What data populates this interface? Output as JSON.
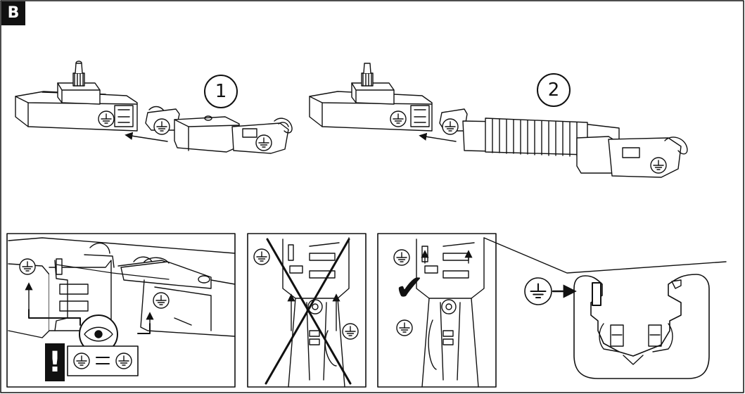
{
  "panel": {
    "letter": "B"
  },
  "steps": [
    {
      "number": "1"
    },
    {
      "number": "2"
    }
  ],
  "warning": {
    "symbol": "!",
    "equals": "="
  },
  "check": {
    "symbol": "✔"
  },
  "icons": [
    "earth-ground-icon",
    "eye-icon",
    "arrow-icon",
    "checkmark-icon",
    "cross-icon",
    "warning-icon"
  ],
  "colors": {
    "ink": "#111111",
    "background": "#ffffff"
  }
}
